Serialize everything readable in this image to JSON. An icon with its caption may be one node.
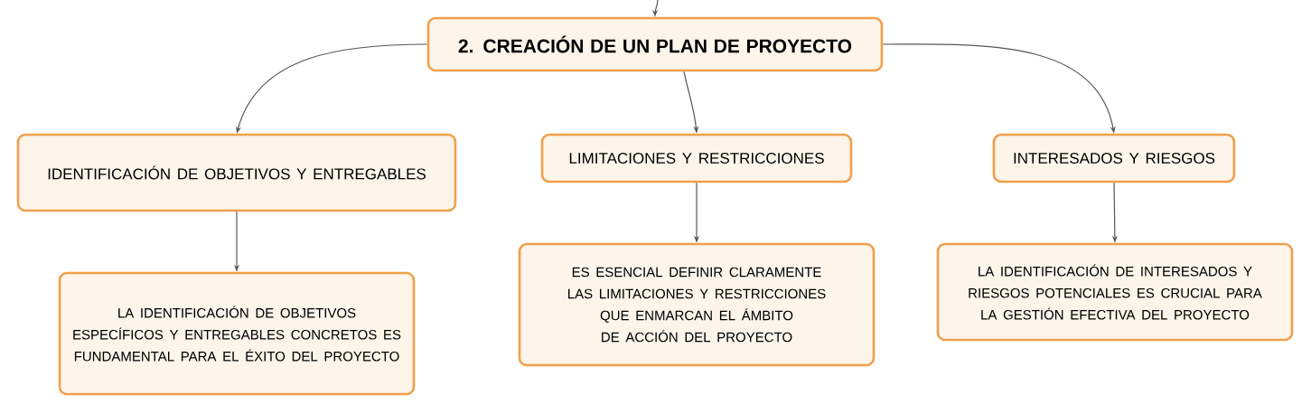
{
  "diagram": {
    "nodes": [
      {
        "text": [
          "2. CREACIÓN DE UN PLAN DE PROYECTO"
        ]
      },
      {
        "text": [
          "IDENTIFICACIÓN DE OBJETIVOS Y ENTREGABLES"
        ]
      },
      {
        "text": [
          "LIMITACIONES Y RESTRICCIONES"
        ]
      },
      {
        "text": [
          "INTERESADOS Y RIESGOS"
        ]
      },
      {
        "text": [
          "LA IDENTIFICACIÓN DE OBJETIVOS ESPECÍFICOS Y ENTREGABLES CONCRETOS ES FUNDAMENTAL PARA EL ÉXITO DEL PROYECTO"
        ]
      },
      {
        "text": [
          "ES ESENCIAL DEFINIR CLARAMENTE LAS LIMITACIONES Y RESTRICCIONES QUE ENMARCAN EL ÁMBITO DE ACCIÓN DEL PROYECTO"
        ]
      },
      {
        "text": [
          "LA IDENTIFICACIÓN DE INTERESADOS Y RIESGOS POTENCIALES ES CRUCIAL PARA LA GESTIÓN EFECTIVA DEL PROYECTO"
        ]
      }
    ],
    "edges": [
      {
        "from": null,
        "to": 0,
        "arrow": "to"
      },
      {
        "from": 0,
        "to": 1,
        "arrow": "to"
      },
      {
        "from": 0,
        "to": 2,
        "arrow": "to"
      },
      {
        "from": 0,
        "to": 3,
        "arrow": "to"
      },
      {
        "from": 1,
        "to": 4,
        "arrow": "to"
      },
      {
        "from": 2,
        "to": 5,
        "arrow": "to"
      },
      {
        "from": 3,
        "to": 6,
        "arrow": "to"
      }
    ]
  }
}
